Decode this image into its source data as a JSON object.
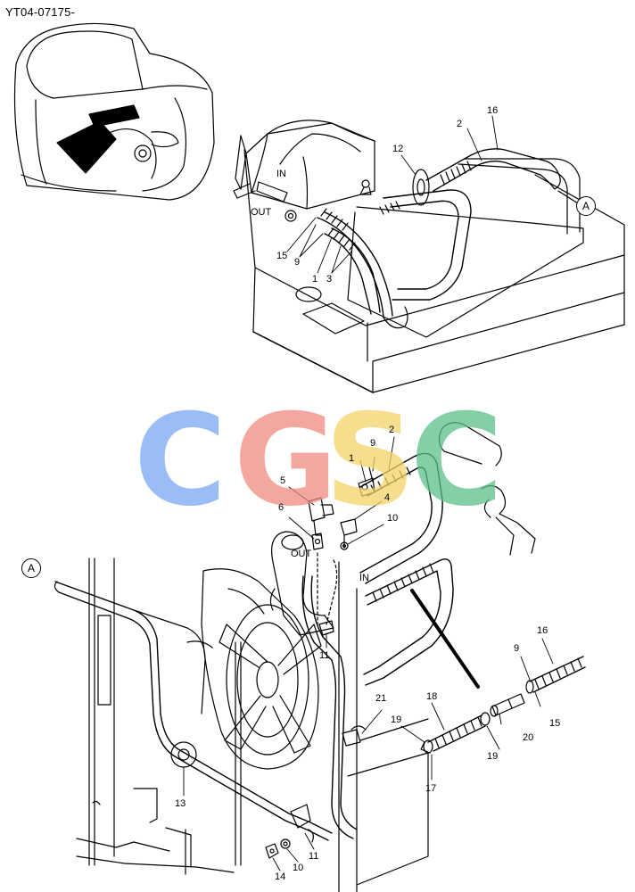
{
  "header": {
    "doc_id": "YT04-07175-"
  },
  "watermark": {
    "letters": [
      "C",
      "G",
      "S",
      "C"
    ],
    "colors": [
      "#7aa8f5",
      "#f08a80",
      "#f5d36a",
      "#5dbf8a"
    ]
  },
  "flow_labels": {
    "in": "IN",
    "out": "OUT"
  },
  "ref_marker": "A",
  "callouts": {
    "c1_top": "1",
    "c2_top": "2",
    "c3_top": "3",
    "c9_top": "9",
    "c12_top": "12",
    "c15_top": "15",
    "c16_top": "16",
    "c1_mid": "1",
    "c2_mid": "2",
    "c4_mid": "4",
    "c5_mid": "5",
    "c6_mid": "6",
    "c9_mid": "9",
    "c10_mid": "10",
    "c11_mid": "11",
    "c9_det": "9",
    "c15_det": "15",
    "c16_det": "16",
    "c17_det": "17",
    "c18_det": "18",
    "c19a_det": "19",
    "c19b_det": "19",
    "c20_det": "20",
    "c21_det": "21",
    "c10_bot": "10",
    "c11_bot": "11",
    "c13_bot": "13",
    "c14_bot": "14"
  }
}
